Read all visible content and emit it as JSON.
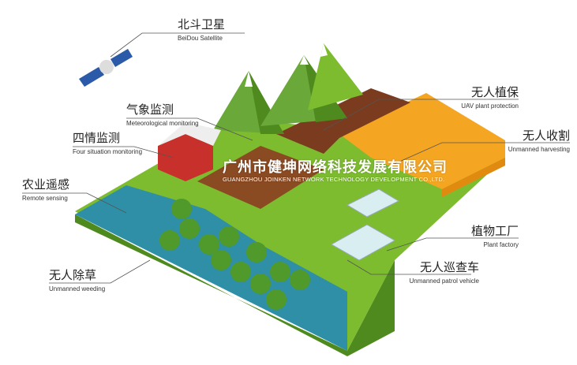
{
  "labels": {
    "beidou": {
      "zh": "北斗卫星",
      "en": "BeiDou Satellite"
    },
    "meteo": {
      "zh": "气象监测",
      "en": "Meteorological monitoring"
    },
    "four": {
      "zh": "四情监测",
      "en": "Four situation monitoring"
    },
    "remote": {
      "zh": "农业遥感",
      "en": "Remote sensing"
    },
    "weeding": {
      "zh": "无人除草",
      "en": "Unmanned weeding"
    },
    "uav": {
      "zh": "无人植保",
      "en": "UAV plant protection"
    },
    "harvest": {
      "zh": "无人收割",
      "en": "Unmanned harvesting"
    },
    "factory": {
      "zh": "植物工厂",
      "en": "Plant factory"
    },
    "patrol": {
      "zh": "无人巡查车",
      "en": "Unmanned patrol vehicle"
    }
  },
  "watermark": {
    "zh": "广州市健坤网络科技发展有限公司",
    "en": "GUANGZHOU JOINKEN NETWORK TECHNOLOGY DEVELOPMENT CO.,LTD."
  },
  "colors": {
    "grass": "#7dbb2f",
    "water": "#2e8fa6",
    "wheat": "#f4a623",
    "soil": "#7a3b1e",
    "mountain": "#6aa83a"
  }
}
